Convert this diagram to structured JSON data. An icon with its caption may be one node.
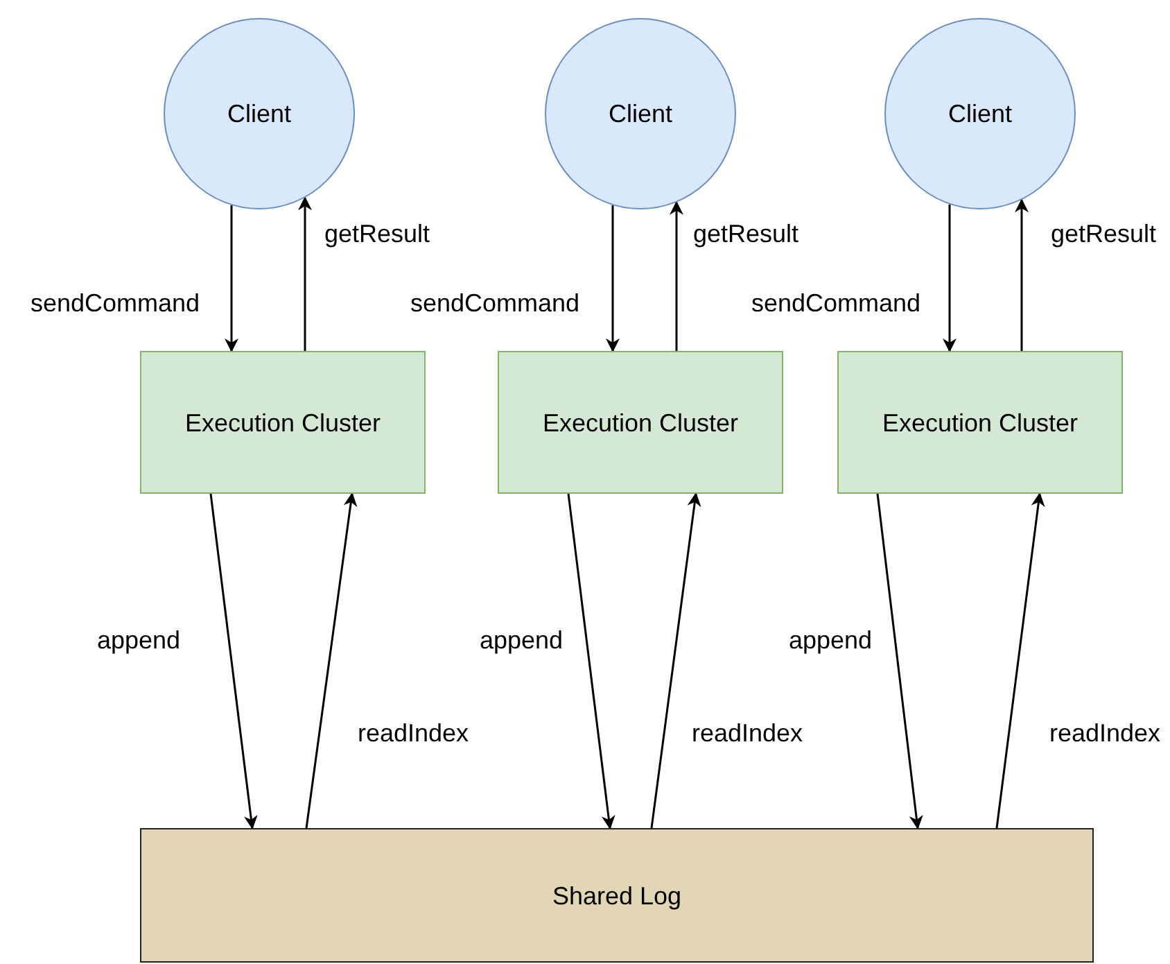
{
  "diagram": {
    "nodes": [
      {
        "text": [
          "Client"
        ]
      },
      {
        "text": [
          "Client"
        ]
      },
      {
        "text": [
          "Client"
        ]
      },
      {
        "text": [
          "Execution Cluster"
        ]
      },
      {
        "text": [
          "Execution Cluster"
        ]
      },
      {
        "text": [
          "Execution Cluster"
        ]
      },
      {
        "text": [
          "Shared Log"
        ]
      }
    ],
    "edges": [
      {
        "from": 0,
        "to": 3,
        "arrow": "to",
        "label": "sendCommand"
      },
      {
        "from": 3,
        "to": 0,
        "arrow": "to",
        "label": "getResult"
      },
      {
        "from": 3,
        "to": 6,
        "arrow": "to",
        "label": "append"
      },
      {
        "from": 6,
        "to": 3,
        "arrow": "to",
        "label": "readIndex"
      },
      {
        "from": 1,
        "to": 4,
        "arrow": "to",
        "label": "sendCommand"
      },
      {
        "from": 4,
        "to": 1,
        "arrow": "to",
        "label": "getResult"
      },
      {
        "from": 4,
        "to": 6,
        "arrow": "to",
        "label": "append"
      },
      {
        "from": 6,
        "to": 4,
        "arrow": "to",
        "label": "readIndex"
      },
      {
        "from": 2,
        "to": 5,
        "arrow": "to",
        "label": "sendCommand"
      },
      {
        "from": 5,
        "to": 2,
        "arrow": "to",
        "label": "getResult"
      },
      {
        "from": 5,
        "to": 6,
        "arrow": "to",
        "label": "append"
      },
      {
        "from": 6,
        "to": 5,
        "arrow": "to",
        "label": "readIndex"
      }
    ]
  }
}
